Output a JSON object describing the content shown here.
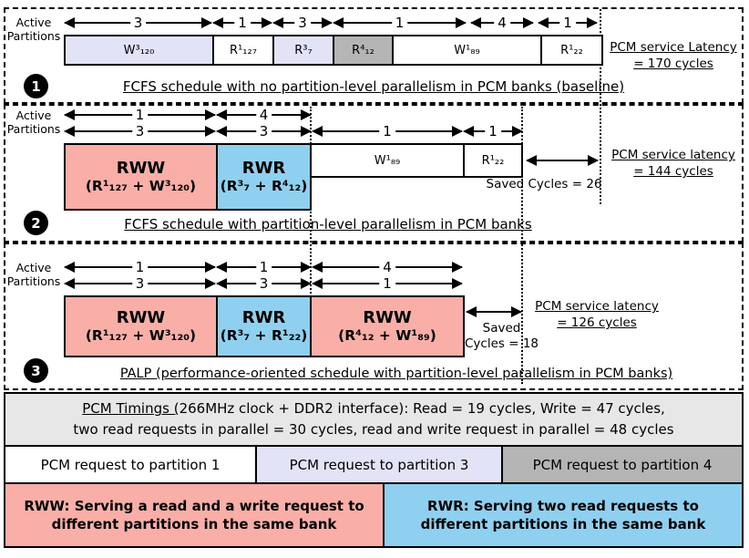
{
  "colors": {
    "partition1_fill": "#ffffff",
    "partition3_fill": "#e3e3f8",
    "partition4_fill": "#b5b5b5",
    "rww_fill": "#f9afa8",
    "rwr_fill": "#8fd0f0",
    "timings_fill": "#e7e7e7",
    "line_color": "#000000"
  },
  "panel1": {
    "badge": "1",
    "axis_label": "Active Partitions",
    "arrows": [
      "3",
      "1",
      "3",
      "1",
      "4",
      "1"
    ],
    "segments": [
      "W³₁₂₀",
      "R¹₁₂₇",
      "R³₇",
      "R⁴₁₂",
      "W¹₈₉",
      "R¹₂₂"
    ],
    "caption": "FCFS schedule with no partition-level parallelism in PCM banks (baseline)",
    "latency_line1": "PCM service Latency",
    "latency_line2": "= 170 cycles"
  },
  "panel2": {
    "badge": "2",
    "axis_label": "Active Partitions",
    "arrows_top": [
      "1",
      "4"
    ],
    "arrows_bottom": [
      "3",
      "3",
      "1",
      "1"
    ],
    "blocks": [
      {
        "title": "RWW",
        "detail": "(R¹₁₂₇ + W³₁₂₀)"
      },
      {
        "title": "RWR",
        "detail": "(R³₇ + R⁴₁₂)"
      }
    ],
    "segments": [
      "W¹₈₉",
      "R¹₂₂"
    ],
    "saved_note": "Saved Cycles = 26",
    "latency_line1": "PCM service latency",
    "latency_line2": "= 144 cycles",
    "caption": "FCFS schedule with partition-level parallelism in PCM banks"
  },
  "panel3": {
    "badge": "3",
    "axis_label": "Active Partitions",
    "arrows_top": [
      "1",
      "1",
      "4"
    ],
    "arrows_bottom": [
      "3",
      "3",
      "1"
    ],
    "blocks": [
      {
        "title": "RWW",
        "detail": "(R¹₁₂₇ + W³₁₂₀)"
      },
      {
        "title": "RWR",
        "detail": "(R³₇ + R¹₂₂)"
      },
      {
        "title": "RWW",
        "detail": "(R⁴₁₂ + W¹₈₉)"
      }
    ],
    "saved_line1": "Saved",
    "saved_line2": "Cycles = 18",
    "latency_line1": "PCM service latency",
    "latency_line2": "= 126 cycles",
    "caption": "PALP (performance-oriented schedule with partition-level parallelism in PCM banks)"
  },
  "timings": {
    "underlined": "PCM Timings (",
    "line1_rest": "266MHz clock + DDR2 interface): Read = 19 cycles, Write = 47 cycles,",
    "line2": "two read requests in parallel = 30 cycles, read and write request in parallel = 48 cycles"
  },
  "partition_legend": [
    "PCM request to partition 1",
    "PCM request to partition 3",
    "PCM request to partition 4"
  ],
  "rww_legend": "RWW: Serving a read and a write request to different partitions in the same bank",
  "rwr_legend": "RWR: Serving two read requests to different partitions in the same bank"
}
